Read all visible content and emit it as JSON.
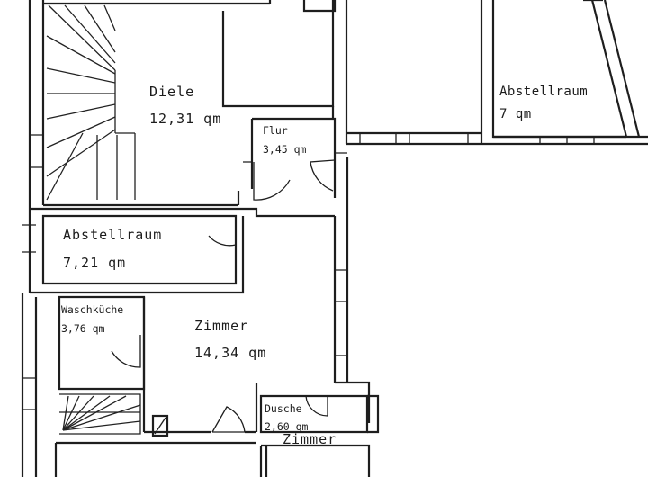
{
  "rooms": {
    "diele": {
      "name": "Diele",
      "area": "12,31 qm"
    },
    "flur": {
      "name": "Flur",
      "area": "3,45 qm"
    },
    "abstell_right": {
      "name": "Abstellraum",
      "area": "7 qm"
    },
    "abstell_left": {
      "name": "Abstellraum",
      "area": "7,21 qm"
    },
    "waschkueche": {
      "name": "Waschküche",
      "area": "3,76 qm"
    },
    "zimmer_main": {
      "name": "Zimmer",
      "area": "14,34 qm"
    },
    "dusche": {
      "name": "Dusche",
      "area": "2,60 qm"
    },
    "zimmer_bottom": {
      "name": "Zimmer"
    }
  },
  "colors": {
    "ink": "#1e1e1e",
    "paper": "#ffffff"
  }
}
